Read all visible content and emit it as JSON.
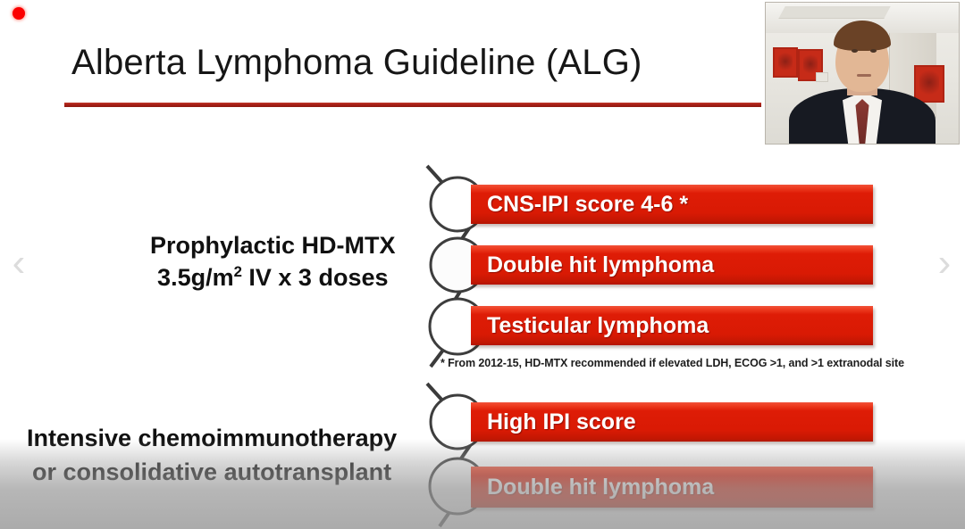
{
  "recording": {
    "indicator": "rec-dot"
  },
  "slide": {
    "title": "Alberta Lymphoma Guideline (ALG)",
    "accent_color": "#a71f16",
    "banner_color": "#de1c06"
  },
  "nav": {
    "prev_glyph": "‹",
    "next_glyph": "›"
  },
  "sections": [
    {
      "label_line1": "Prophylactic HD-MTX",
      "label_line2_prefix": "3.5g/m",
      "label_line2_sup": "2",
      "label_line2_suffix": " IV x 3 doses",
      "items": [
        "CNS-IPI score 4-6 *",
        "Double hit lymphoma",
        "Testicular lymphoma"
      ]
    },
    {
      "label_line1": "Intensive chemoimmunotherapy",
      "label_line2": "or consolidative autotransplant",
      "items": [
        "High IPI score",
        "Double hit lymphoma"
      ]
    }
  ],
  "footnote": "* From 2012-15, HD-MTX recommended if elevated LDH, ECOG >1, and >1 extranodal site",
  "webcam": {
    "present": true,
    "description": "presenter-video"
  }
}
